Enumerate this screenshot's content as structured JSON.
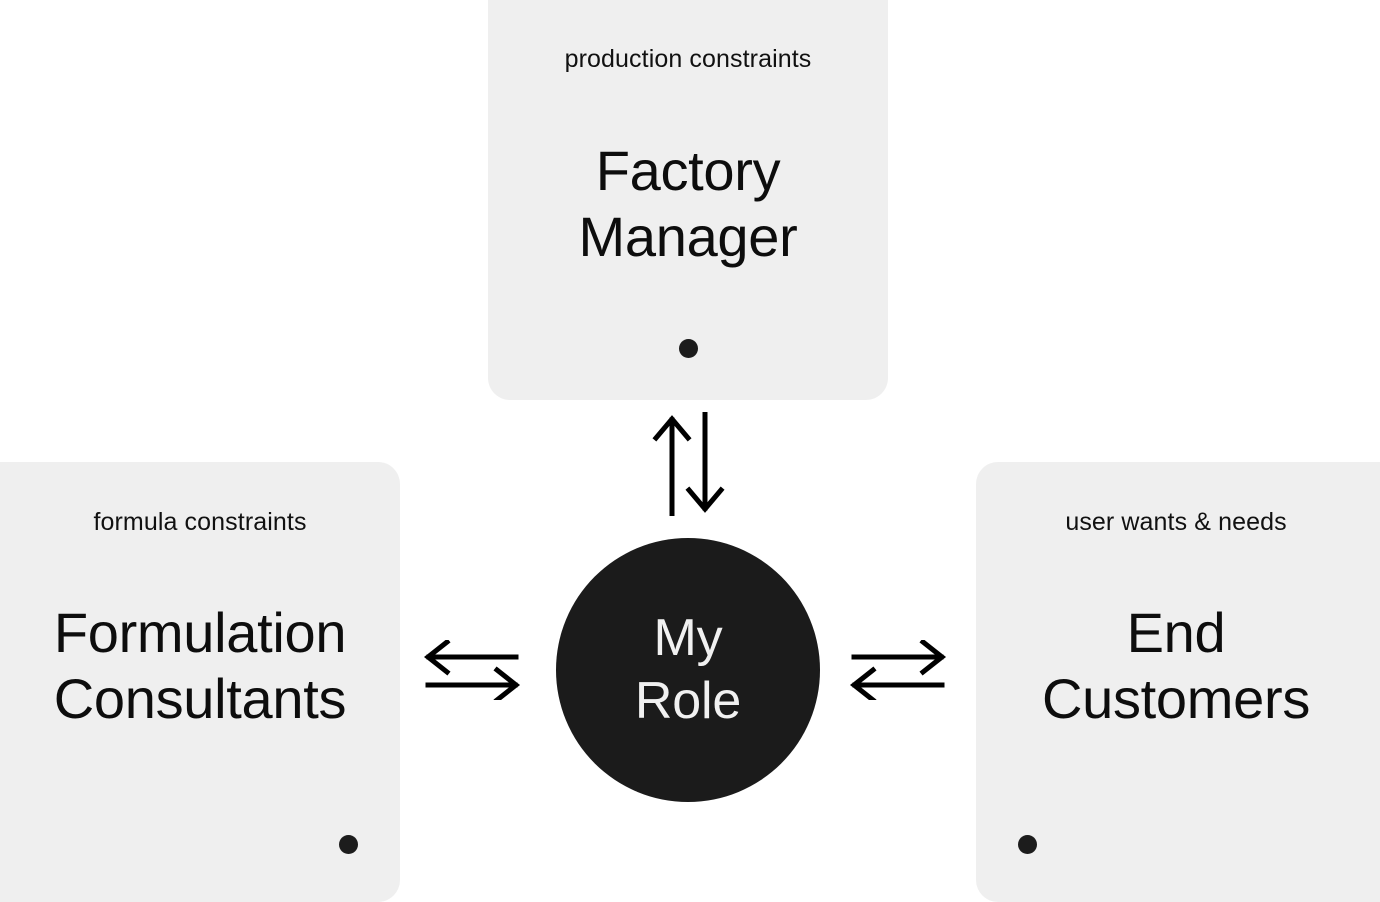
{
  "diagram": {
    "title": "My Role stakeholder relationship map",
    "colors": {
      "card_background": "#efefef",
      "circle_background": "#1b1b1b",
      "circle_text": "#f1f1f1",
      "text": "#0d0d0d",
      "dot": "#1c1c1c",
      "page_background": "#ffffff"
    },
    "center": {
      "label": "My\nRole"
    },
    "nodes": [
      {
        "id": "factory-manager",
        "caption": "production constraints",
        "title": "Factory\nManager",
        "position": "top",
        "dot_position": "bottom-center"
      },
      {
        "id": "formulation-consultants",
        "caption": "formula constraints",
        "title": "Formulation\nConsultants",
        "position": "left",
        "dot_position": "bottom-right"
      },
      {
        "id": "end-customers",
        "caption": "user wants & needs",
        "title": "End\nCustomers",
        "position": "right",
        "dot_position": "bottom-left"
      }
    ],
    "connectors": [
      {
        "id": "top-connector",
        "between": [
          "factory-manager",
          "my-role"
        ],
        "orientation": "vertical",
        "arrows": [
          "up",
          "down"
        ]
      },
      {
        "id": "left-connector",
        "between": [
          "formulation-consultants",
          "my-role"
        ],
        "orientation": "horizontal",
        "arrows": [
          "left",
          "right"
        ]
      },
      {
        "id": "right-connector",
        "between": [
          "my-role",
          "end-customers"
        ],
        "orientation": "horizontal",
        "arrows": [
          "right",
          "left"
        ]
      }
    ]
  }
}
